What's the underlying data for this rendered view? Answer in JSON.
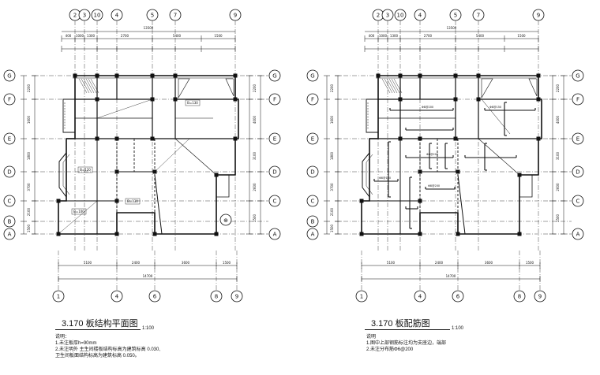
{
  "plans": [
    {
      "id": "structure",
      "grid_top": [
        "2",
        "3",
        "10",
        "4",
        "5",
        "7",
        "9"
      ],
      "grid_bottom": [
        "1",
        "4",
        "6",
        "8",
        "9"
      ],
      "grid_left": [
        "G",
        "F",
        "E",
        "D",
        "C",
        "B",
        "A"
      ],
      "grid_right": [
        "G",
        "F",
        "E",
        "D",
        "C",
        "A"
      ],
      "top_total": "13500",
      "top_segments": [
        "400",
        "1000",
        "1300",
        "2700",
        "5400",
        "1500"
      ],
      "bottom_segments": [
        "5100",
        "2400",
        "3600",
        "1500"
      ],
      "bottom_total": "14700",
      "left_dims": [
        "2200",
        "1600",
        "1800",
        "3700",
        "2100",
        "1500"
      ],
      "right_dims": [
        "2200",
        "4000",
        "3100",
        "2600",
        "1500"
      ],
      "labels": [
        "B=120",
        "B=130",
        "B=130",
        "B=100"
      ],
      "title": "3.170  板结构平面图",
      "scale": "1:100",
      "notes": [
        "说明：",
        "1.未注板厚h=90mm",
        "2.未注明外 主生间楼板结构标高为建筑标高 0.030,",
        "  卫生间板面结构标高为建筑标高 0.050。"
      ]
    },
    {
      "id": "reinforcement",
      "grid_top": [
        "2",
        "3",
        "10",
        "4",
        "5",
        "7",
        "9"
      ],
      "grid_bottom": [
        "1",
        "4",
        "6",
        "8",
        "9"
      ],
      "grid_left": [
        "G",
        "F",
        "E",
        "D",
        "C",
        "B",
        "A"
      ],
      "grid_right": [
        "G",
        "F",
        "E",
        "D",
        "C",
        "A"
      ],
      "top_total": "13500",
      "top_segments": [
        "400",
        "1000",
        "1300",
        "2700",
        "5400",
        "1500"
      ],
      "bottom_segments": [
        "5100",
        "2400",
        "3600",
        "1500"
      ],
      "bottom_total": "14700",
      "left_dims": [
        "2200",
        "1600",
        "1800",
        "3700",
        "2100",
        "1500"
      ],
      "right_dims": [
        "2200",
        "4000",
        "3100",
        "2600",
        "1500"
      ],
      "labels": [
        "Φ8@200",
        "Φ8@150",
        "Φ8@200",
        "Φ8@200",
        "Φ8@150"
      ],
      "title": "3.170  板配筋图",
      "scale": "1:100",
      "notes": [
        "说明",
        "1.图中上部钢筋标注均为支座边，端部",
        "2.未注分布筋Φ6@200"
      ]
    }
  ]
}
